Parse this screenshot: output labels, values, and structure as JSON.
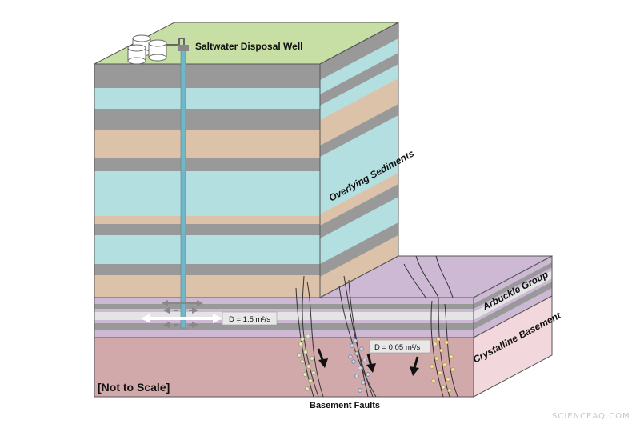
{
  "labels": {
    "well": "Saltwater Disposal Well",
    "overlying": "Overlying Sediments",
    "arbuckle": "Arbuckle Group",
    "basement": "Crystalline Basement",
    "diffusivity_arbuckle": "D = 1.5 m²/s",
    "diffusivity_basement": "D = 0.05 m²/s",
    "scale_note": "[Not to Scale]",
    "faults": "Basement Faults",
    "watermark": "SCIENCEAQ.COM"
  },
  "colors": {
    "surface_green": "#c7dfa4",
    "layer_cyan": "#b3dfe0",
    "layer_tan": "#dcc2a8",
    "layer_gray": "#999999",
    "layer_purple": "#cdb9d3",
    "basement": "#d2a9ab",
    "well_blue": "#6fb7c9"
  },
  "icons": [
    "storage-tanks-icon",
    "fluid-flow-arrows-icon",
    "fault-slip-arrow-icon"
  ]
}
